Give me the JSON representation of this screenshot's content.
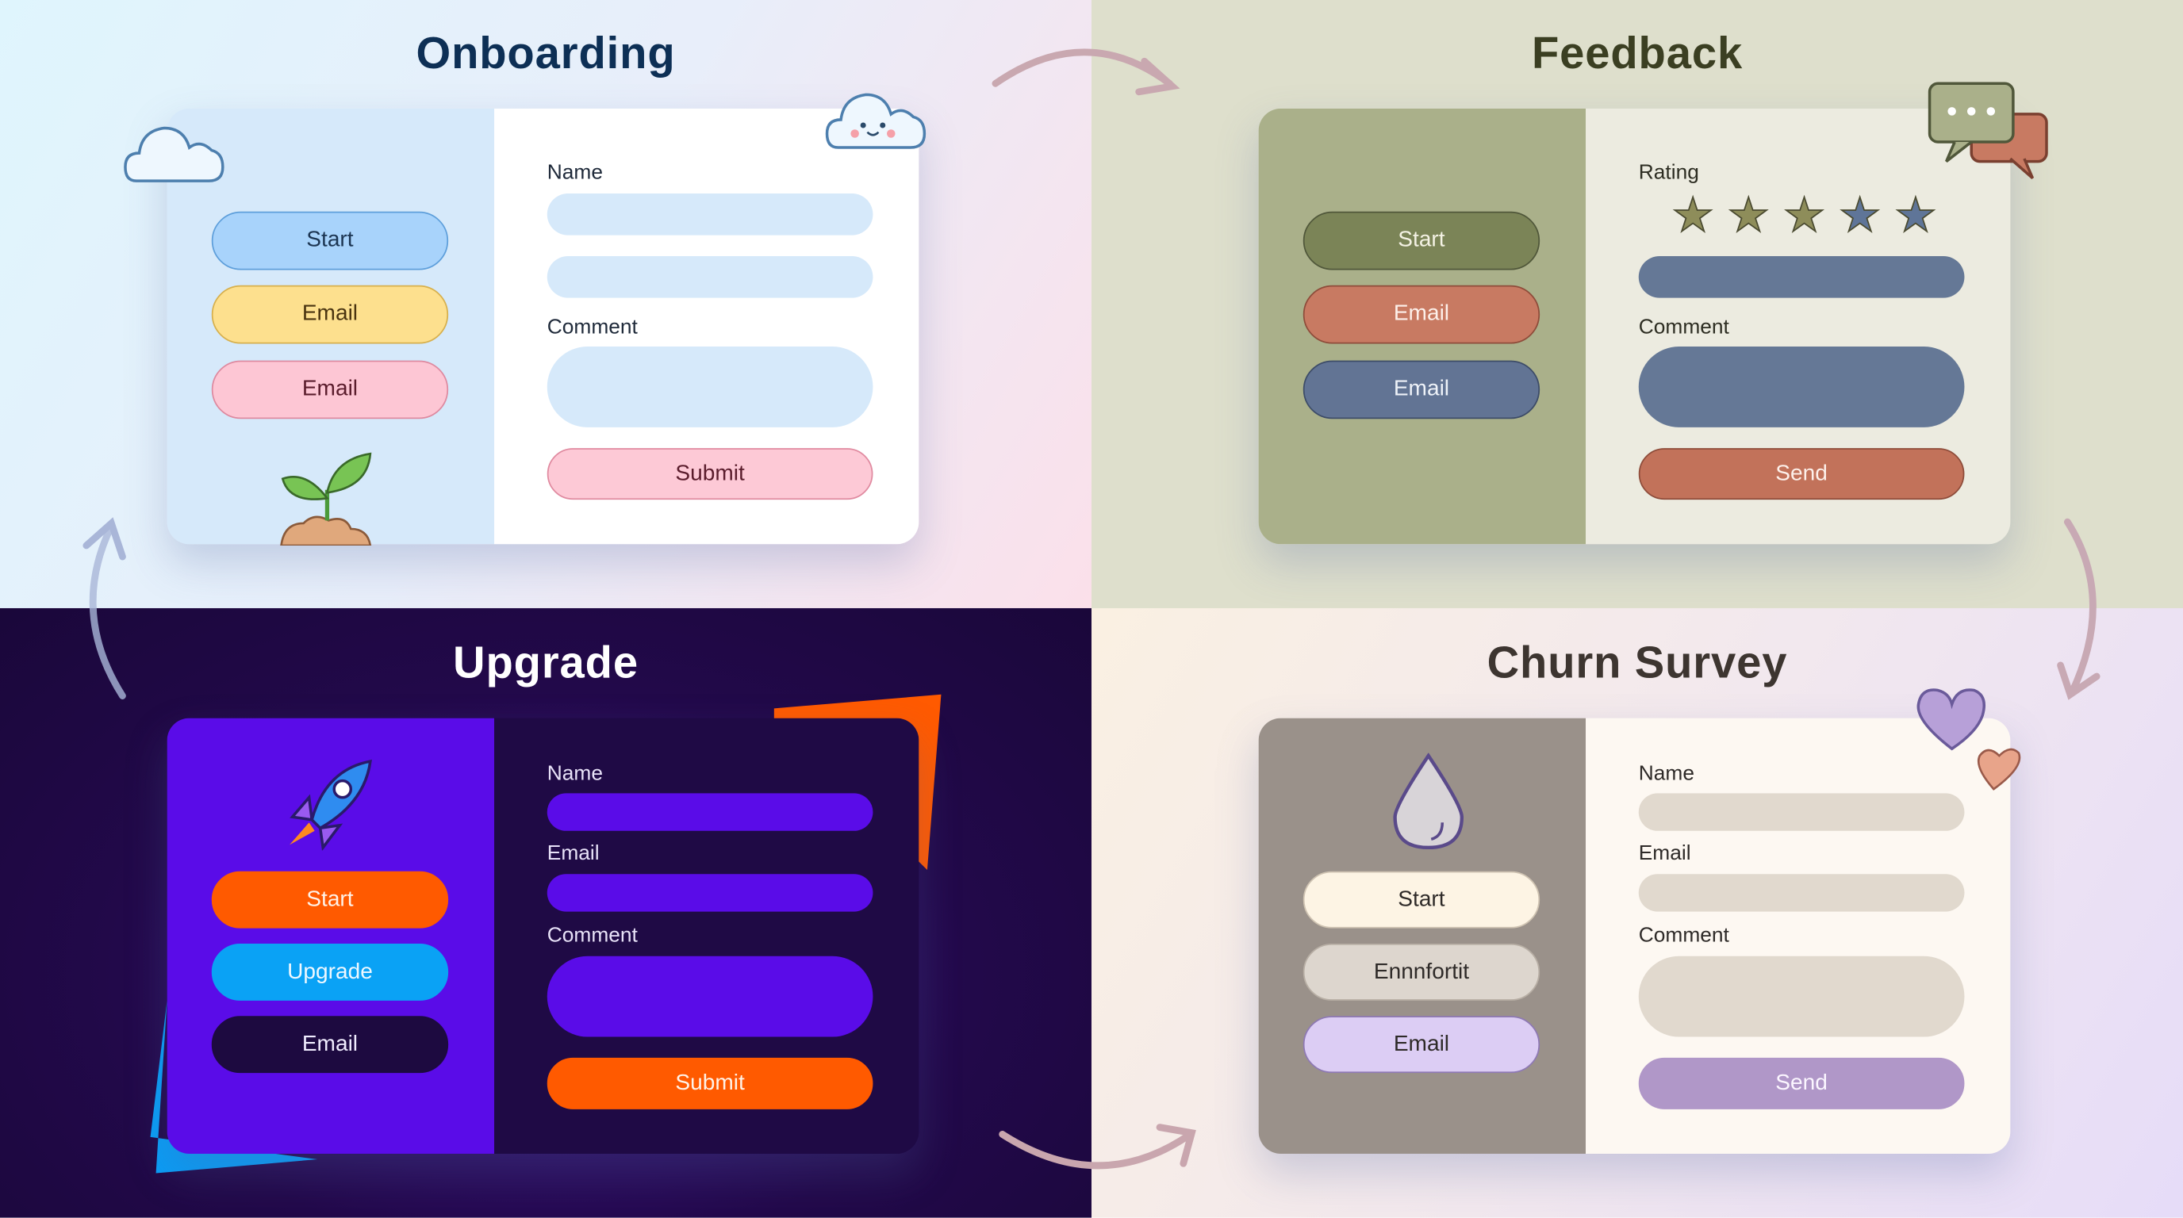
{
  "panels": {
    "onboarding": {
      "title": "Onboarding",
      "title_color": "#0d2f55",
      "left_bg": "#d6e9fa",
      "right_bg": "#ffffff",
      "label_color": "#1f2a3a",
      "buttons": [
        {
          "label": "Start",
          "bg": "#a8d3fb",
          "border": "#5e9fdb",
          "fg": "#1c3552"
        },
        {
          "label": "Email",
          "bg": "#fde08e",
          "border": "#d7b04d",
          "fg": "#4a3410"
        },
        {
          "label": "Email",
          "bg": "#fdc6d4",
          "border": "#de8aa0",
          "fg": "#5a1c2c"
        }
      ],
      "fields": [
        {
          "label": "Name"
        },
        {
          "label": ""
        },
        {
          "label": "Comment"
        }
      ],
      "input_bg": "#d6e9fa",
      "submit": {
        "label": "Submit",
        "bg": "#fdc9d6",
        "border": "#e08aa0",
        "fg": "#5a1c2c"
      }
    },
    "feedback": {
      "title": "Feedback",
      "title_color": "#3b3f22",
      "left_bg": "#aab08a",
      "right_bg": "#ecebe0",
      "label_color": "#2d2d22",
      "buttons": [
        {
          "label": "Start",
          "bg": "#7b8457",
          "border": "#50573a",
          "fg": "#f4f2e4"
        },
        {
          "label": "Email",
          "bg": "#c87a62",
          "border": "#8e4c3a",
          "fg": "#fdf0ea"
        },
        {
          "label": "Email",
          "bg": "#627494",
          "border": "#3d4c68",
          "fg": "#eef2f8"
        }
      ],
      "fields": [
        {
          "label": "Rating"
        },
        {
          "label": "Comment"
        }
      ],
      "rating": {
        "value": 5,
        "max": 5,
        "colors": [
          "#8e8d5a",
          "#8e8d5a",
          "#8e8d5a",
          "#5f7598",
          "#5f7598"
        ]
      },
      "input_bg": "#657896",
      "submit": {
        "label": "Send",
        "bg": "#c2725a",
        "border": "#8e4c3a",
        "fg": "#fdf0ea"
      }
    },
    "upgrade": {
      "title": "Upgrade",
      "title_color": "#ffffff",
      "left_bg": "#5a0ce8",
      "right_bg": "#1f0a45",
      "label_color": "#e8e2f8",
      "buttons": [
        {
          "label": "Start",
          "bg": "#ff5a00",
          "border": "#ff5a00",
          "fg": "#fff2e8"
        },
        {
          "label": "Upgrade",
          "bg": "#0aa2f5",
          "border": "#0aa2f5",
          "fg": "#eef8ff"
        },
        {
          "label": "Email",
          "bg": "#1d0a40",
          "border": "#1d0a40",
          "fg": "#f0ecff"
        }
      ],
      "fields": [
        {
          "label": "Name"
        },
        {
          "label": "Email"
        },
        {
          "label": "Comment"
        }
      ],
      "input_bg": "#5a0ce8",
      "submit": {
        "label": "Submit",
        "bg": "#ff5a00",
        "border": "#ff5a00",
        "fg": "#fff2e8"
      }
    },
    "churn": {
      "title": "Churn Survey",
      "title_color": "#3d3530",
      "left_bg": "#9a918a",
      "right_bg": "#fdf8f2",
      "label_color": "#2e2a28",
      "buttons": [
        {
          "label": "Start",
          "bg": "#fdf4e4",
          "border": "#cfc3b2",
          "fg": "#2e2a28"
        },
        {
          "label": "Ennnfortit",
          "bg": "#ddd6ce",
          "border": "#b7aea4",
          "fg": "#2e2a28"
        },
        {
          "label": "Email",
          "bg": "#dccdf4",
          "border": "#8e79b4",
          "fg": "#2e2a28"
        }
      ],
      "fields": [
        {
          "label": "Name"
        },
        {
          "label": "Email"
        },
        {
          "label": "Comment"
        }
      ],
      "input_bg": "#e1d9ce",
      "submit": {
        "label": "Send",
        "bg": "#b097c8",
        "border": "#b097c8",
        "fg": "#fbf6ff"
      }
    }
  }
}
